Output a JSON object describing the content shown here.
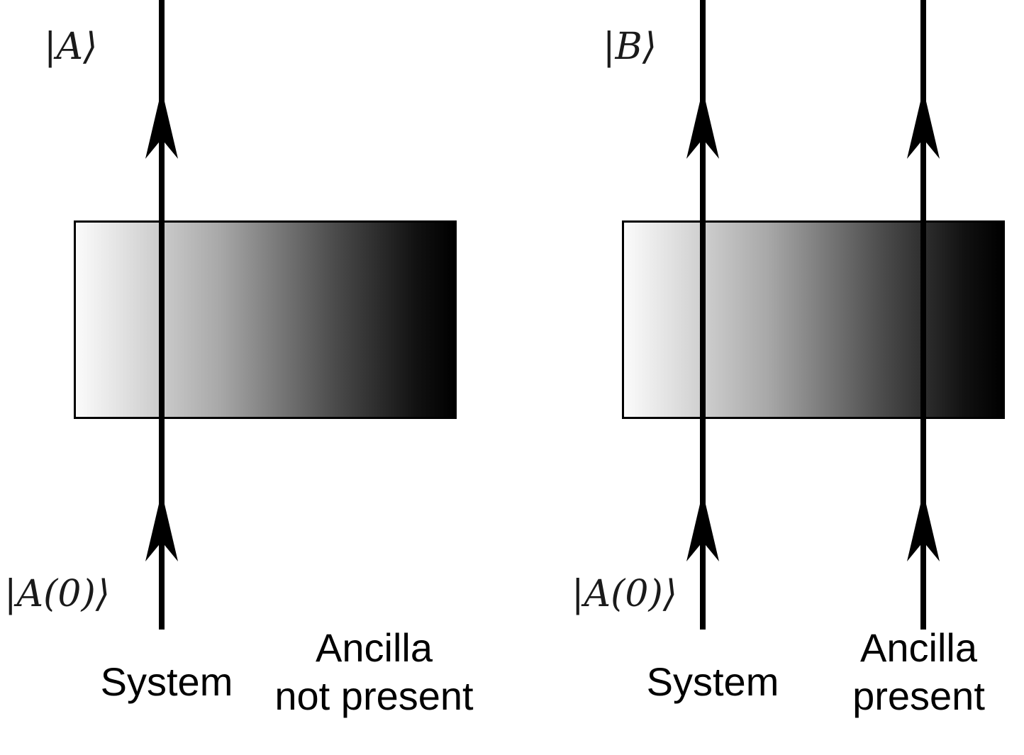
{
  "left": {
    "top_label": "|A⟩",
    "bottom_label": "|A(0)⟩",
    "wire_label": "System",
    "ancilla_line1": "Ancilla",
    "ancilla_line2": "not present"
  },
  "right": {
    "top_label": "|B⟩",
    "bottom_label": "|A(0)⟩",
    "wire_label": "System",
    "ancilla_line1": "Ancilla",
    "ancilla_line2": "present"
  },
  "colors": {
    "wire": "#000000",
    "box_gradient_start": "#fbfbfb",
    "box_gradient_end": "#000000",
    "box_border": "#000000"
  }
}
